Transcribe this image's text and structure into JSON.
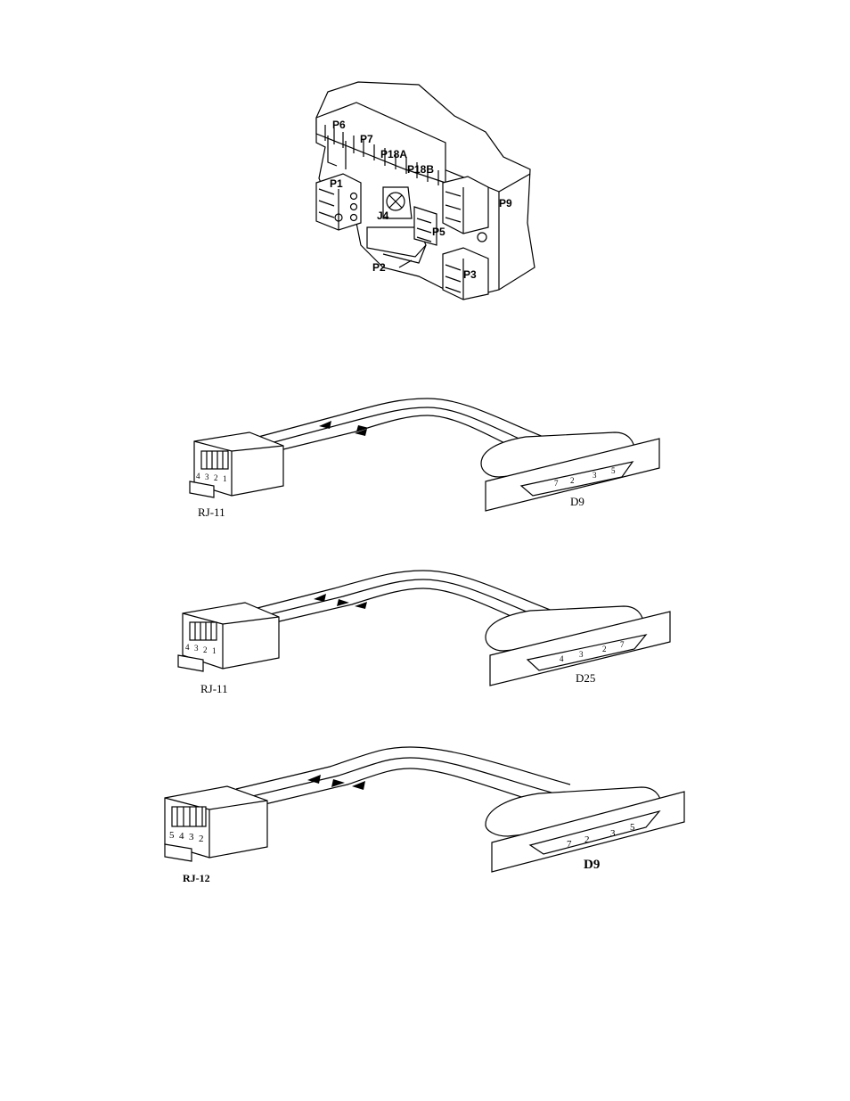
{
  "board": {
    "labels": {
      "p6": "P6",
      "p7": "P7",
      "p18a": "P18A",
      "p18b": "P18B",
      "p1": "P1",
      "p9": "P9",
      "j4": "J4",
      "p5": "P5",
      "p2": "P2",
      "p3": "P3"
    }
  },
  "cables": [
    {
      "left_caption": "RJ-11",
      "left_pins": [
        "4",
        "3",
        "2",
        "1"
      ],
      "right_caption": "D9",
      "right_pins": [
        "7",
        "2",
        "3",
        "5"
      ]
    },
    {
      "left_caption": "RJ-11",
      "left_pins": [
        "4",
        "3",
        "2",
        "1"
      ],
      "right_caption": "D25",
      "right_pins": [
        "4",
        "3",
        "2",
        "7"
      ]
    },
    {
      "left_caption": "RJ-12",
      "left_pins": [
        "5",
        "4",
        "3",
        "2"
      ],
      "right_caption": "D9",
      "right_pins": [
        "7",
        "2",
        "3",
        "5"
      ]
    }
  ]
}
